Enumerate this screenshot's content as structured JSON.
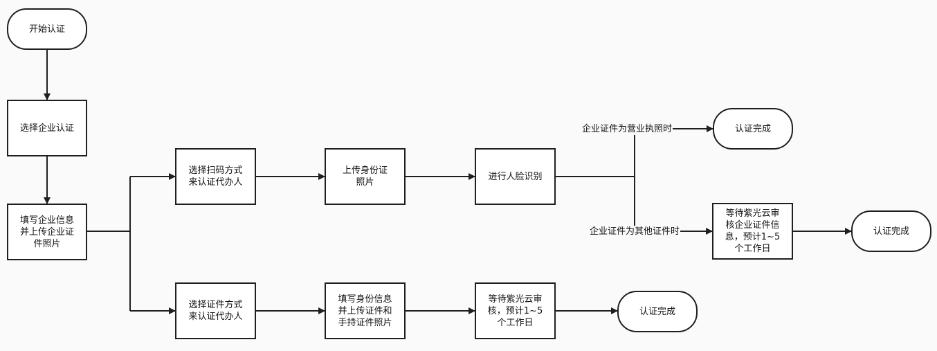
{
  "nodes": {
    "start": "开始认证",
    "select_enterprise": "选择企业认证",
    "fill_enterprise": "填写企业信息\n并上传企业证\n件照片",
    "scan_agent": "选择扫码方式\n来认证代办人",
    "upload_id": "上传身份证\n照片",
    "face_recognition": "进行人脸识别",
    "done_license": "认证完成",
    "wait_review_other": "等待紫光云审\n核企业证件信\n息，预计1~5\n个工作日",
    "done_other": "认证完成",
    "cert_agent": "选择证件方式\n来认证代办人",
    "fill_identity": "填写身份信息\n并上传证件和\n手持证件照片",
    "wait_review_cert": "等待紫光云审\n核，预计1~5\n个工作日",
    "done_cert": "认证完成"
  },
  "edge_labels": {
    "license": "企业证件为营业执照时",
    "other": "企业证件为其他证件时"
  },
  "colors": {
    "background": "#fafafa",
    "stroke": "#1f1f1f",
    "box_fill": "#ffffff"
  }
}
